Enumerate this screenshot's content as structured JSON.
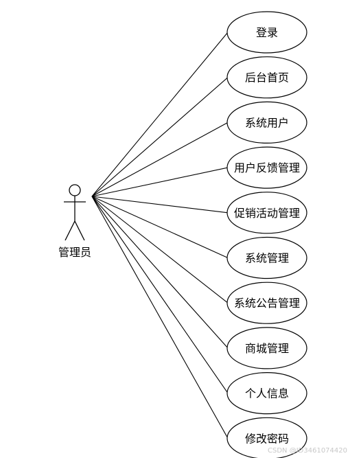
{
  "actor": {
    "label": "管理员"
  },
  "use_cases": [
    "登录",
    "后台首页",
    "系统用户",
    "用户反馈管理",
    "促销活动管理",
    "系统管理",
    "系统公告管理",
    "商城管理",
    "个人信息",
    "修改密码"
  ],
  "watermark": "CSDN @ID3461074420"
}
